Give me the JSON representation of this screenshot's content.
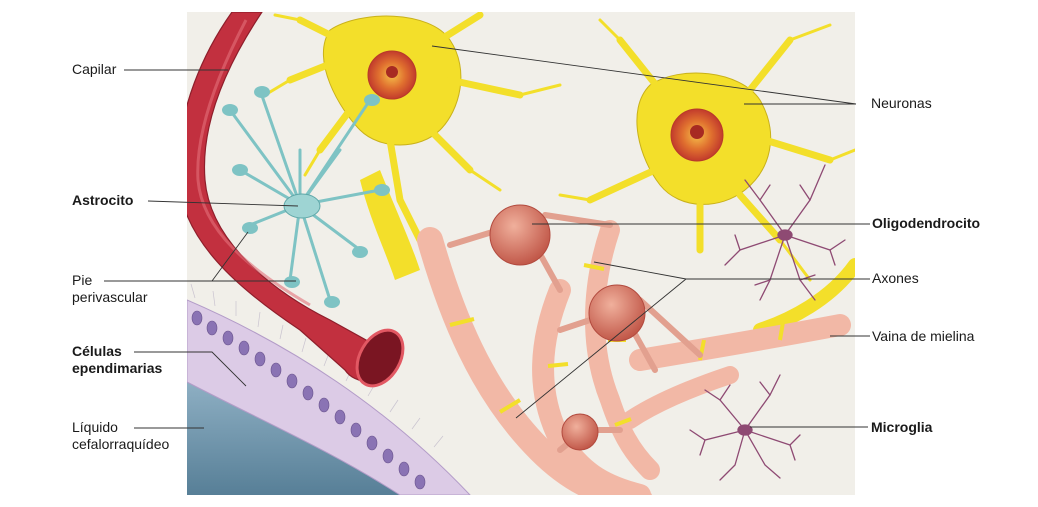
{
  "labels": {
    "capilar": "Capilar",
    "astrocito": "Astrocito",
    "pie_line1": "Pie",
    "pie_line2": "perivascular",
    "celulas_line1": "Células",
    "celulas_line2": "ependimarias",
    "liquido_line1": "Líquido",
    "liquido_line2": "cefalorraquídeo",
    "neuronas": "Neuronas",
    "oligodendrocito": "Oligodendrocito",
    "axones": "Axones",
    "vaina": "Vaina de mielina",
    "microglia": "Microglia"
  },
  "colors": {
    "background": "#f1efe9",
    "capillary": "#c2303f",
    "astrocyte": "#7ec3c4",
    "neuron": "#f3df2a",
    "neuron_nucleus": "#d04a35",
    "axon_myelin": "#f2b8a6",
    "oligodendrocyte": "#d57564",
    "microglia": "#8e4a73",
    "csf": "#6f93ab",
    "ependymal": "#c9b6d9"
  }
}
